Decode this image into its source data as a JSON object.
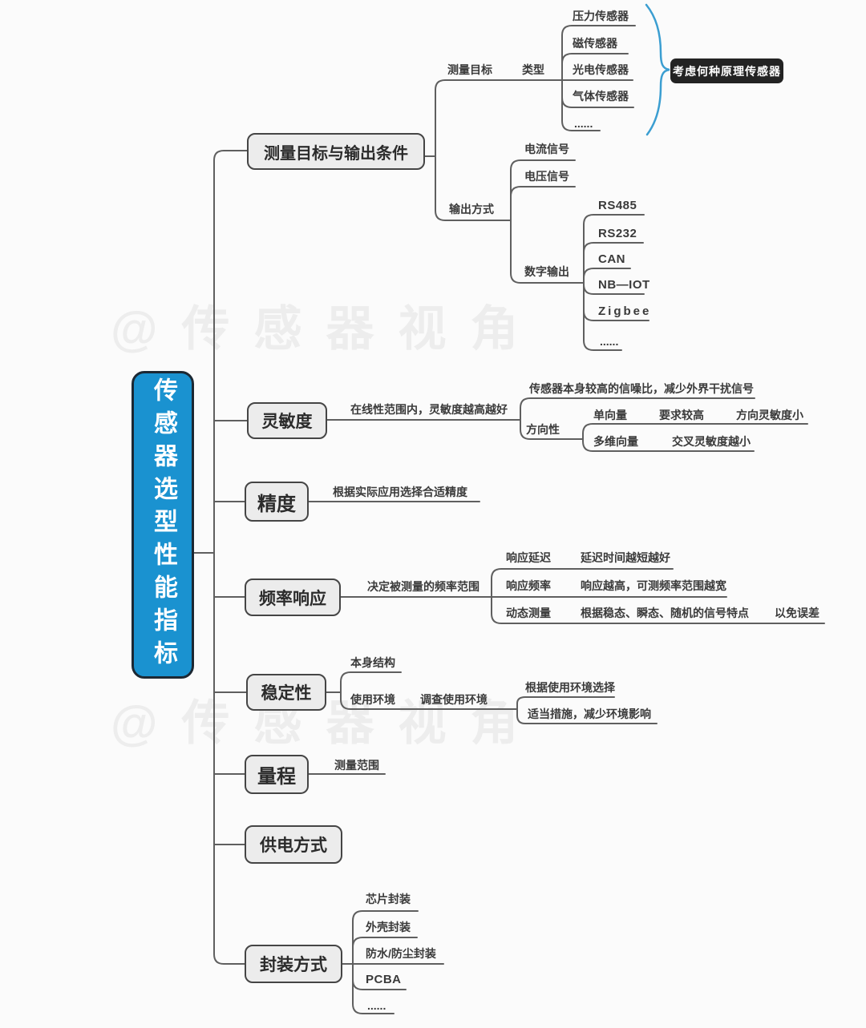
{
  "watermark": "@传感器视角",
  "root": "传感器选型性能指标",
  "b1": {
    "label": "测量目标与输出条件",
    "target": "测量目标",
    "type": "类型",
    "sensors": [
      "压力传感器",
      "磁传感器",
      "光电传感器",
      "气体传感器",
      "......"
    ],
    "note": "考虑何种原理传感器",
    "output": "输出方式",
    "current": "电流信号",
    "voltage": "电压信号",
    "digital": "数字输出",
    "protocols": [
      "RS485",
      "RS232",
      "CAN",
      "NB—IOT",
      "Zigbee",
      "......"
    ]
  },
  "b2": {
    "label": "灵敏度",
    "principle": "在线性范围内，灵敏度越高越好",
    "snr": "传感器本身较高的信噪比，减少外界干扰信号",
    "direction": "方向性",
    "single": "单向量",
    "single_req": "要求较高",
    "single_note": "方向灵敏度小",
    "multi": "多维向量",
    "multi_note": "交叉灵敏度越小"
  },
  "b3": {
    "label": "精度",
    "note": "根据实际应用选择合适精度"
  },
  "b4": {
    "label": "频率响应",
    "principle": "决定被测量的频率范围",
    "delay": "响应延迟",
    "delay_note": "延迟时间越短越好",
    "freq": "响应频率",
    "freq_note": "响应越高，可测频率范围越宽",
    "dynamic": "动态测量",
    "dynamic_note": "根据稳态、瞬态、随机的信号特点",
    "dynamic_tail": "以免误差"
  },
  "b5": {
    "label": "稳定性",
    "structure": "本身结构",
    "env": "使用环境",
    "survey": "调查使用环境",
    "choose": "根据使用环境选择",
    "measure": "适当措施，减少环境影响"
  },
  "b6": {
    "label": "量程",
    "note": "测量范围"
  },
  "b7": {
    "label": "供电方式"
  },
  "b8": {
    "label": "封装方式",
    "children": [
      "芯片封装",
      "外壳封装",
      "防水/防尘封装",
      "PCBA",
      "......"
    ]
  },
  "colors": {
    "root_fill": "#1a92d0",
    "branch_fill": "#ececec",
    "line": "#5f5f5f",
    "badge_bg": "#232323",
    "brace_blue": "#3b9ed1"
  }
}
